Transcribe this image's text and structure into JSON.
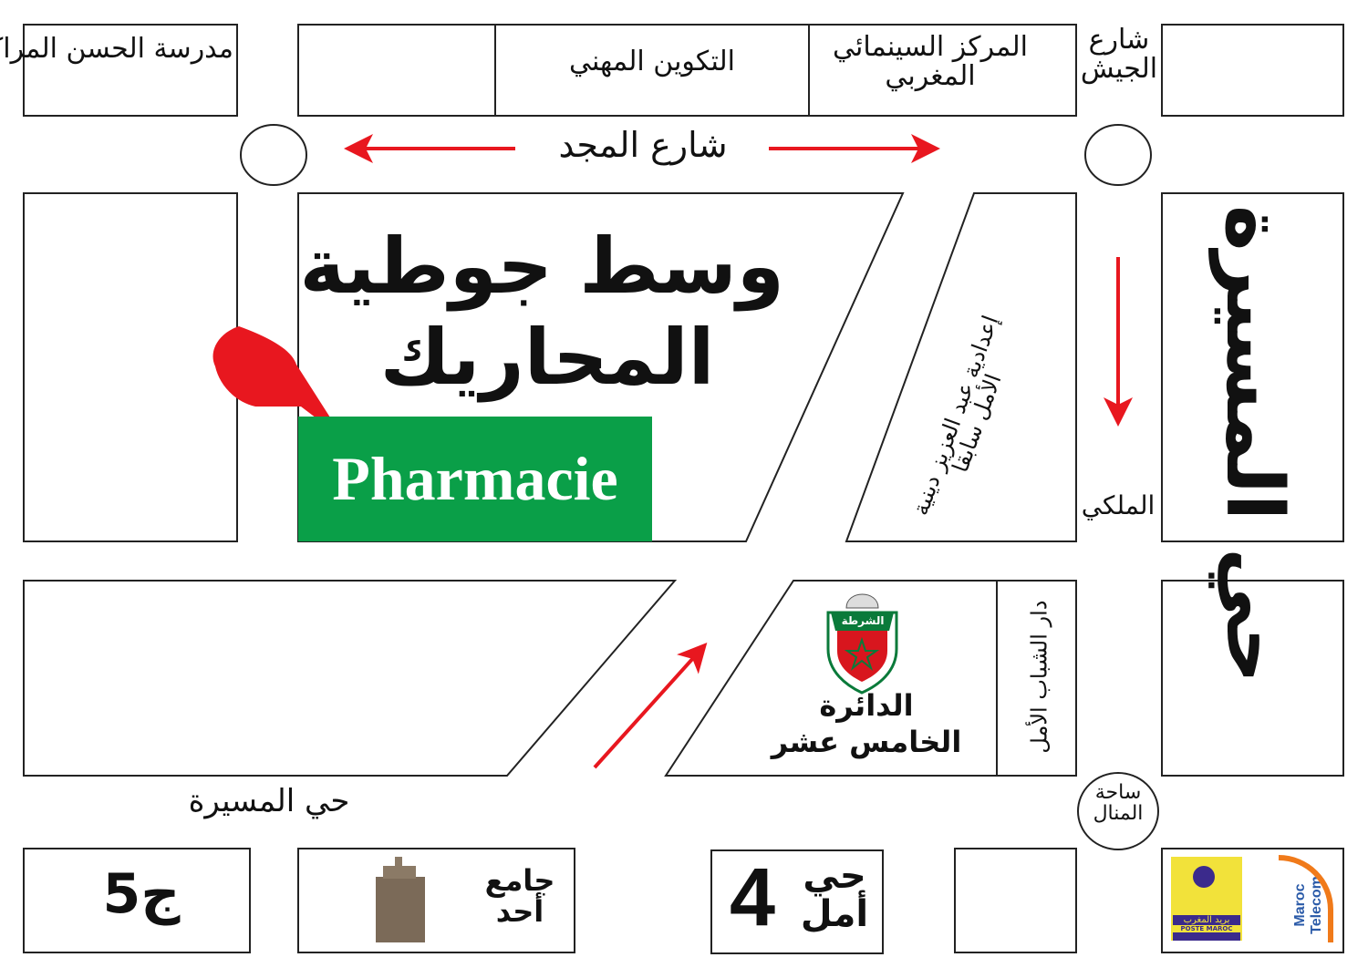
{
  "labels": {
    "school_hassan": "مدرسة الحسن المراكشي",
    "vocational": "التكوين المهني",
    "cinema_center": "المركز السينمائي المغربي",
    "army_street": "شارع الجيش",
    "majd_street": "شارع المجد",
    "title_line1": "وسط جوطية",
    "title_line2": "المحاريك",
    "pharmacie": "Pharmacie",
    "middle_school": "إعدادية عبد العزيز دينية الأمل سابقا",
    "malaki": "الملكي",
    "district_big": "حي المسيرة",
    "police_line1": "الدائرة",
    "police_line2": "الخامس عشر",
    "youth_house": "دار الشباب الأمل",
    "district_small": "حي المسيرة",
    "manal_square": "ساحة المنال",
    "block_c5": "ج5",
    "mosque": "جامع أحد",
    "amal_district": "حي أمل",
    "amal_number": "4",
    "police_badge": "الشرطة",
    "poste_arabic": "بريد المغرب",
    "poste_latin": "POSTE MAROC",
    "telecom": "Maroc Telecom"
  },
  "colors": {
    "arrow": "#e8171f",
    "pharmacy": "#0a9f48",
    "hand": "#e8171f"
  }
}
